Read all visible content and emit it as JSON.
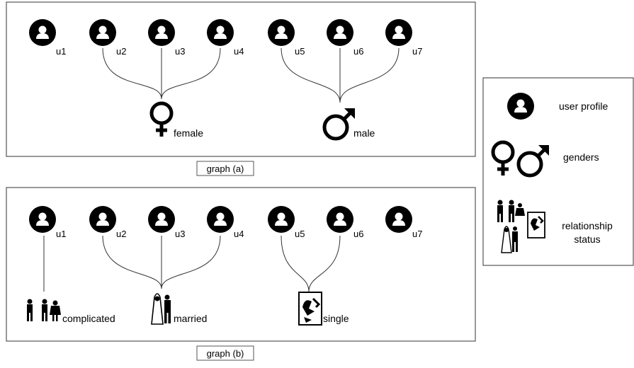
{
  "graph_a": {
    "caption": "graph (a)",
    "users": [
      "u1",
      "u2",
      "u3",
      "u4",
      "u5",
      "u6",
      "u7"
    ],
    "attributes": [
      {
        "label": "female",
        "icon": "female-symbol-icon",
        "members": [
          "u2",
          "u3",
          "u4"
        ]
      },
      {
        "label": "male",
        "icon": "male-symbol-icon",
        "members": [
          "u5",
          "u6",
          "u7"
        ]
      }
    ]
  },
  "graph_b": {
    "caption": "graph (b)",
    "users": [
      "u1",
      "u2",
      "u3",
      "u4",
      "u5",
      "u6",
      "u7"
    ],
    "attributes": [
      {
        "label": "complicated",
        "icon": "complicated-couple-icon",
        "members": [
          "u1"
        ]
      },
      {
        "label": "married",
        "icon": "married-couple-icon",
        "members": [
          "u2",
          "u3",
          "u4"
        ]
      },
      {
        "label": "single",
        "icon": "broken-heart-single-icon",
        "members": [
          "u5",
          "u6"
        ]
      }
    ]
  },
  "legend": {
    "user_profile": "user profile",
    "genders": "genders",
    "relationship_status_line1": "relationship",
    "relationship_status_line2": "status"
  },
  "colors": {
    "node": "#000000",
    "edge": "#333333",
    "border": "#555555"
  }
}
